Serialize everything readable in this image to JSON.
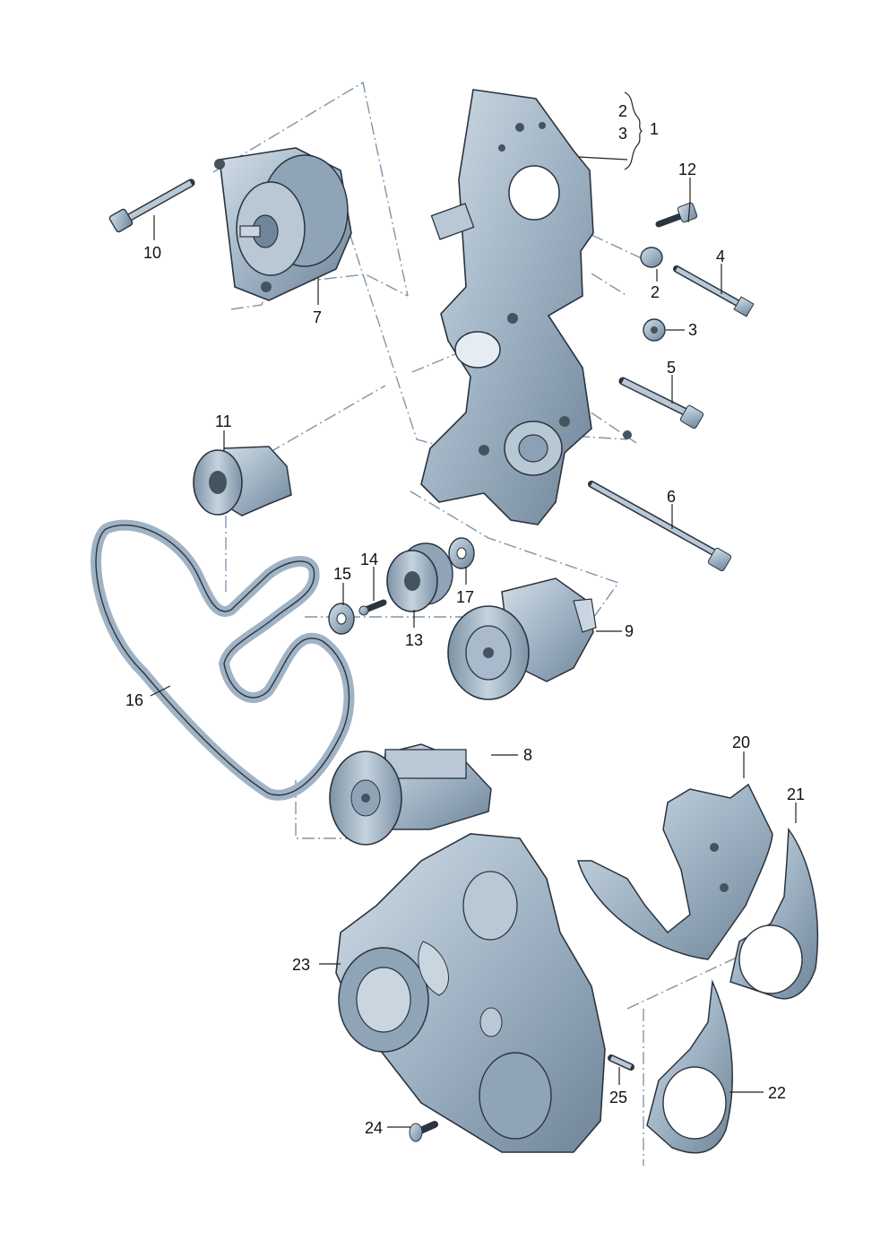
{
  "callouts": {
    "c1": "1",
    "c2a": "2",
    "c3a": "3",
    "c2b": "2",
    "c3b": "3",
    "c4": "4",
    "c5": "5",
    "c6": "6",
    "c7": "7",
    "c8": "8",
    "c9": "9",
    "c10": "10",
    "c11": "11",
    "c12": "12",
    "c13": "13",
    "c14": "14",
    "c15": "15",
    "c16": "16",
    "c17": "17",
    "c20": "20",
    "c21": "21",
    "c22": "22",
    "c23": "23",
    "c24": "24",
    "c25": "25"
  },
  "colors": {
    "part_fill": "#9fb3c4",
    "part_light": "#c9d6e0",
    "part_dark": "#6f8598",
    "outline": "#2b3440",
    "leader": "#222222",
    "dashdot": "#7f96ac"
  }
}
